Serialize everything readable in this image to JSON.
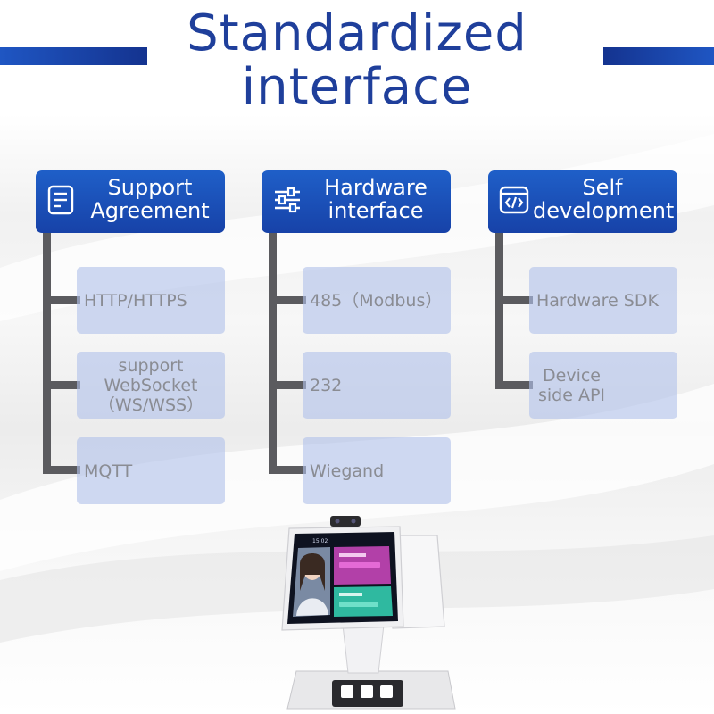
{
  "page": {
    "title_line1": "Standardized",
    "title_line2": "interface",
    "colors": {
      "brand_blue": "#1f3f9b",
      "header_blue": "#1f5fc8",
      "item_fill": "#b2c1ea",
      "connector": "#5b5b5f"
    }
  },
  "columns": [
    {
      "icon": "document-icon",
      "label_line1": "Support",
      "label_line2": "Agreement",
      "items": [
        {
          "lines": [
            "HTTP/HTTPS"
          ]
        },
        {
          "lines": [
            "support",
            "WebSocket",
            "（WS/WSS）"
          ]
        },
        {
          "lines": [
            "MQTT"
          ]
        }
      ]
    },
    {
      "icon": "sliders-icon",
      "label_line1": "Hardware",
      "label_line2": "interface",
      "items": [
        {
          "lines": [
            "485（Modbus）"
          ]
        },
        {
          "lines": [
            "232"
          ]
        },
        {
          "lines": [
            "Wiegand"
          ]
        }
      ]
    },
    {
      "icon": "code-window-icon",
      "label_line1": "Self",
      "label_line2": "development",
      "items": [
        {
          "lines": [
            "Hardware SDK"
          ]
        },
        {
          "lines": [
            "Device",
            "side API"
          ]
        }
      ]
    }
  ],
  "device": {
    "screen_time": "15:02",
    "icon": "dual-screen-terminal-icon"
  }
}
